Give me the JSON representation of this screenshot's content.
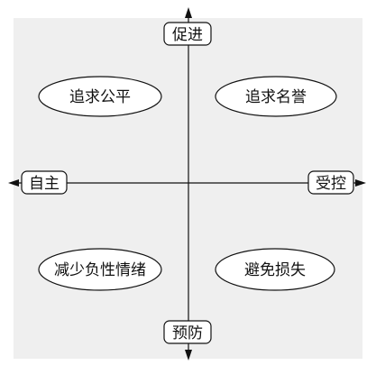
{
  "axis_labels": {
    "top": "促进",
    "bottom": "预防",
    "left": "自主",
    "right": "受控"
  },
  "quadrants": {
    "top_left": "追求公平",
    "top_right": "追求名誉",
    "bottom_left": "减少负性情绪",
    "bottom_right": "避免损失"
  },
  "colors": {
    "background": "#efefef",
    "stroke": "#111111",
    "box_fill": "#ffffff"
  }
}
